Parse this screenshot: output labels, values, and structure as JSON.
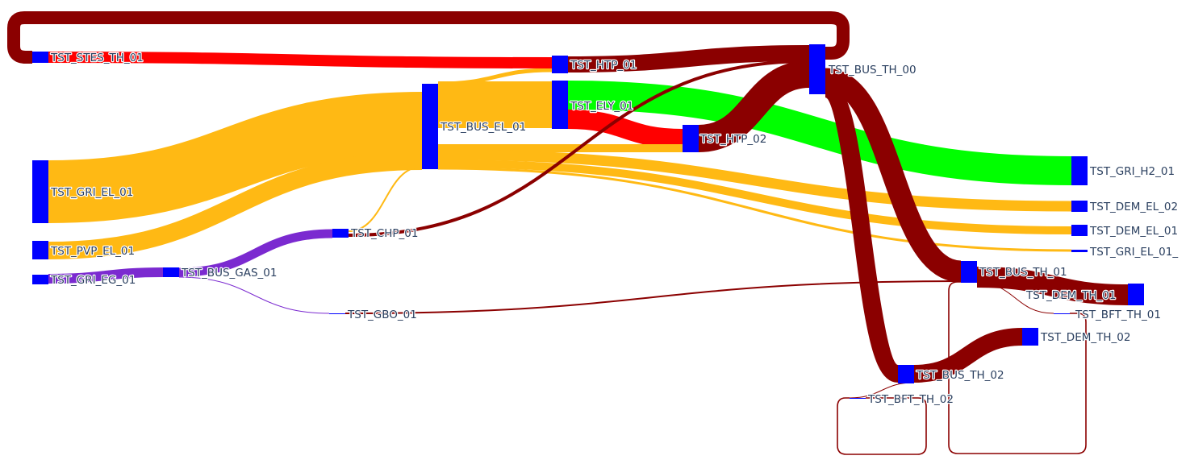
{
  "chart_data": {
    "type": "sankey",
    "colors": {
      "node": "#0000ff",
      "electricity": "#ffb914",
      "gas": "#7b2ad0",
      "heat": "#8b0000",
      "hydrogen": "#00ff00",
      "stes_discharge": "#ff0000",
      "htp_heat": "#ff0000",
      "label": "#2a3f5f"
    },
    "nodes": [
      {
        "id": "TST_STES_TH_01",
        "label": "TST_STES_TH_01"
      },
      {
        "id": "TST_HTP_01",
        "label": "TST_HTP_01"
      },
      {
        "id": "TST_BUS_TH_00",
        "label": "TST_BUS_TH_00"
      },
      {
        "id": "TST_BUS_EL_01",
        "label": "TST_BUS_EL_01"
      },
      {
        "id": "TST_ELY_01",
        "label": "TST_ELY_01"
      },
      {
        "id": "TST_HTP_02",
        "label": "TST_HTP_02"
      },
      {
        "id": "TST_GRI_H2_01",
        "label": "TST_GRI_H2_01"
      },
      {
        "id": "TST_GRI_EL_01",
        "label": "TST_GRI_EL_01"
      },
      {
        "id": "TST_DEM_EL_02",
        "label": "TST_DEM_EL_02"
      },
      {
        "id": "TST_DEM_EL_01",
        "label": "TST_DEM_EL_01"
      },
      {
        "id": "TST_PVP_EL_01",
        "label": "TST_PVP_EL_01"
      },
      {
        "id": "TST_CHP_01",
        "label": "TST_CHP_01"
      },
      {
        "id": "TST_GRI_EL_01_",
        "label": "TST_GRI_EL_01_"
      },
      {
        "id": "TST_GRI_EG_01",
        "label": "TST_GRI_EG_01"
      },
      {
        "id": "TST_BUS_GAS_01",
        "label": "TST_BUS_GAS_01"
      },
      {
        "id": "TST_BUS_TH_01",
        "label": "TST_BUS_TH_01"
      },
      {
        "id": "TST_DEM_TH_01",
        "label": "TST_DEM_TH_01"
      },
      {
        "id": "TST_GBO_01",
        "label": "TST_GBO_01"
      },
      {
        "id": "TST_BFT_TH_01",
        "label": "TST_BFT_TH_01"
      },
      {
        "id": "TST_DEM_TH_02",
        "label": "TST_DEM_TH_02"
      },
      {
        "id": "TST_BUS_TH_02",
        "label": "TST_BUS_TH_02"
      },
      {
        "id": "TST_BFT_TH_02",
        "label": "TST_BFT_TH_02"
      }
    ],
    "links": [
      {
        "source": "TST_GRI_EL_01",
        "target": "TST_BUS_EL_01",
        "value": 77,
        "carrier": "electricity"
      },
      {
        "source": "TST_PVP_EL_01",
        "target": "TST_BUS_EL_01",
        "value": 22,
        "carrier": "electricity"
      },
      {
        "source": "TST_BUS_EL_01",
        "target": "TST_ELY_01",
        "value": 59,
        "carrier": "electricity"
      },
      {
        "source": "TST_BUS_EL_01",
        "target": "TST_HTP_01",
        "value": 5,
        "carrier": "electricity"
      },
      {
        "source": "TST_BUS_EL_01",
        "target": "TST_HTP_02",
        "value": 10,
        "carrier": "electricity"
      },
      {
        "source": "TST_BUS_EL_01",
        "target": "TST_DEM_EL_02",
        "value": 13,
        "carrier": "electricity"
      },
      {
        "source": "TST_BUS_EL_01",
        "target": "TST_DEM_EL_01",
        "value": 10,
        "carrier": "electricity"
      },
      {
        "source": "TST_BUS_EL_01",
        "target": "TST_GRI_EL_01_",
        "value": 3,
        "carrier": "electricity"
      },
      {
        "source": "TST_CHP_01",
        "target": "TST_BUS_EL_01",
        "value": 3,
        "carrier": "electricity"
      },
      {
        "source": "TST_ELY_01",
        "target": "TST_GRI_H2_01",
        "value": 35,
        "carrier": "hydrogen"
      },
      {
        "source": "TST_ELY_01",
        "target": "TST_HTP_02",
        "value": 24,
        "carrier": "htp_heat"
      },
      {
        "source": "TST_STES_TH_01",
        "target": "TST_HTP_01",
        "value": 14,
        "carrier": "stes_discharge"
      },
      {
        "source": "TST_HTP_01",
        "target": "TST_BUS_TH_00",
        "value": 19,
        "carrier": "heat"
      },
      {
        "source": "TST_BUS_TH_00",
        "target": "TST_STES_TH_01",
        "value": 14,
        "carrier": "heat"
      },
      {
        "source": "TST_HTP_02",
        "target": "TST_BUS_TH_00",
        "value": 34,
        "carrier": "heat"
      },
      {
        "source": "TST_CHP_01",
        "target": "TST_BUS_TH_00",
        "value": 4,
        "carrier": "heat"
      },
      {
        "source": "TST_BUS_TH_00",
        "target": "TST_BUS_TH_01",
        "value": 27,
        "carrier": "heat"
      },
      {
        "source": "TST_BUS_TH_00",
        "target": "TST_BUS_TH_02",
        "value": 22,
        "carrier": "heat"
      },
      {
        "source": "TST_GRI_EG_01",
        "target": "TST_BUS_GAS_01",
        "value": 12,
        "carrier": "gas"
      },
      {
        "source": "TST_BUS_GAS_01",
        "target": "TST_CHP_01",
        "value": 11,
        "carrier": "gas"
      },
      {
        "source": "TST_BUS_GAS_01",
        "target": "TST_GBO_01",
        "value": 1,
        "carrier": "gas"
      },
      {
        "source": "TST_GBO_01",
        "target": "TST_BUS_TH_01",
        "value": 1,
        "carrier": "heat"
      },
      {
        "source": "TST_BUS_TH_01",
        "target": "TST_DEM_TH_01",
        "value": 26,
        "carrier": "heat"
      },
      {
        "source": "TST_BUS_TH_01",
        "target": "TST_BFT_TH_01",
        "value": 1,
        "carrier": "heat"
      },
      {
        "source": "TST_BFT_TH_01",
        "target": "TST_BUS_TH_01",
        "value": 1,
        "carrier": "heat"
      },
      {
        "source": "TST_BUS_TH_02",
        "target": "TST_DEM_TH_02",
        "value": 22,
        "carrier": "heat"
      },
      {
        "source": "TST_BUS_TH_02",
        "target": "TST_BFT_TH_02",
        "value": 1,
        "carrier": "heat"
      },
      {
        "source": "TST_BFT_TH_02",
        "target": "TST_BUS_TH_02",
        "value": 1,
        "carrier": "heat"
      }
    ]
  }
}
